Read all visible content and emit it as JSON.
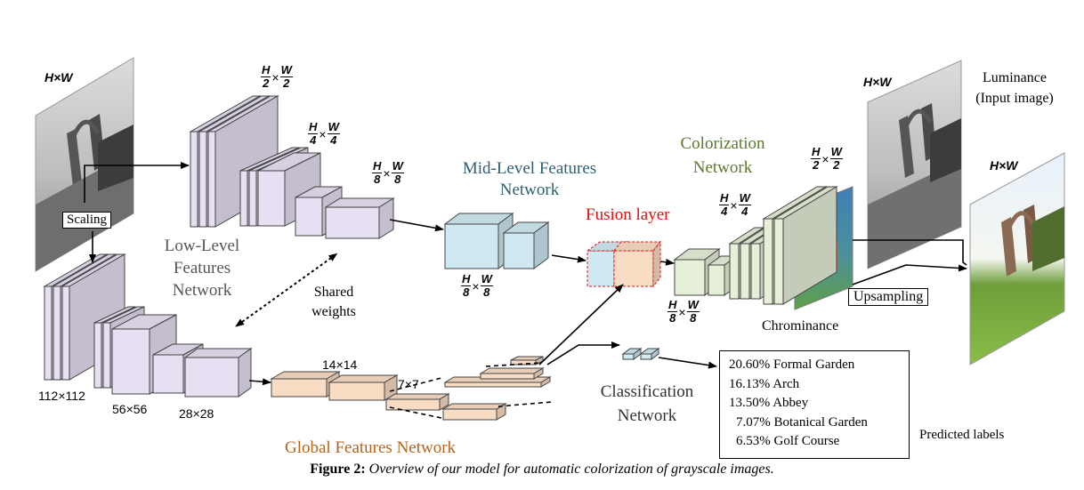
{
  "dims": {
    "input_hw": "H×W",
    "out_hw_top": "H×W",
    "out_hw_right": "H×W",
    "d112": "112×112",
    "d56": "56×56",
    "d28": "28×28",
    "d14": "14×14",
    "d7": "7×7"
  },
  "fractions": {
    "h2": {
      "num": "H",
      "den": "2",
      "num2": "W",
      "den2": "2"
    },
    "h4": {
      "num": "H",
      "den": "4",
      "num2": "W",
      "den2": "4"
    },
    "h8": {
      "num": "H",
      "den": "8",
      "num2": "W",
      "den2": "8"
    },
    "mid8": {
      "num": "H",
      "den": "8",
      "num2": "W",
      "den2": "8"
    },
    "col8": {
      "num": "H",
      "den": "8",
      "num2": "W",
      "den2": "8"
    },
    "col4": {
      "num": "H",
      "den": "4",
      "num2": "W",
      "den2": "4"
    },
    "col2": {
      "num": "H",
      "den": "2",
      "num2": "W",
      "den2": "2"
    },
    "times": "×"
  },
  "labels": {
    "scaling": "Scaling",
    "low_level_1": "Low-Level",
    "low_level_2": "Features",
    "low_level_3": "Network",
    "shared_1": "Shared",
    "shared_2": "weights",
    "mid_level_1": "Mid-Level Features",
    "mid_level_2": "Network",
    "fusion": "Fusion layer",
    "colorization_1": "Colorization",
    "colorization_2": "Network",
    "luminance_1": "Luminance",
    "luminance_2": "(Input image)",
    "chrominance": "Chrominance",
    "upsampling": "Upsampling",
    "classification_1": "Classification",
    "classification_2": "Network",
    "global": "Global Features Network",
    "predicted": "Predicted labels"
  },
  "predictions": [
    {
      "pct": "20.60%",
      "label": "Formal Garden"
    },
    {
      "pct": "16.13%",
      "label": "Arch"
    },
    {
      "pct": "13.50%",
      "label": "Abbey"
    },
    {
      "pct": "7.07%",
      "label": "Botanical Garden"
    },
    {
      "pct": "6.53%",
      "label": "Golf Course"
    }
  ],
  "caption": {
    "prefix": "Figure 2:",
    "text": "Overview of our model for automatic colorization of grayscale images."
  },
  "colors": {
    "low_fill": "#e6e0f2",
    "mid_fill": "#cfe9f2",
    "global_fill": "#f8dcc4",
    "color_fill": "#e6efd8",
    "mid_text": "#2e5f70",
    "fusion_text": "#e01010",
    "colorization_text": "#5a7a2e",
    "global_text": "#b5651d"
  }
}
